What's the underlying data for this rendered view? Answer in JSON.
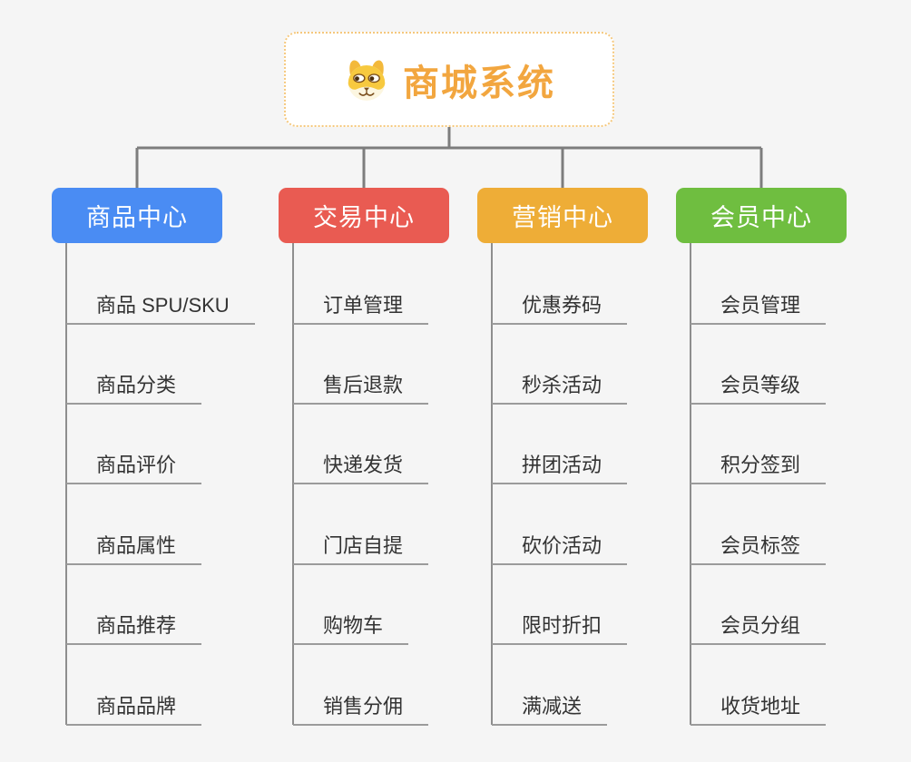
{
  "root": {
    "title": "商城系统",
    "icon": "dog-face-icon",
    "accent_color": "#F2A63F",
    "border_color": "#F5C87D"
  },
  "lines": {
    "main_color": "#7D7D7D",
    "sub_color": "#8E8E8E"
  },
  "branches": [
    {
      "label": "商品中心",
      "color": "#4A8CF3",
      "items": [
        "商品 SPU/SKU",
        "商品分类",
        "商品评价",
        "商品属性",
        "商品推荐",
        "商品品牌"
      ]
    },
    {
      "label": "交易中心",
      "color": "#E95B52",
      "items": [
        "订单管理",
        "售后退款",
        "快递发货",
        "门店自提",
        "购物车",
        "销售分佣"
      ]
    },
    {
      "label": "营销中心",
      "color": "#EEAD37",
      "items": [
        "优惠券码",
        "秒杀活动",
        "拼团活动",
        "砍价活动",
        "限时折扣",
        "满减送"
      ]
    },
    {
      "label": "会员中心",
      "color": "#6FBE40",
      "items": [
        "会员管理",
        "会员等级",
        "积分签到",
        "会员标签",
        "会员分组",
        "收货地址"
      ]
    }
  ]
}
